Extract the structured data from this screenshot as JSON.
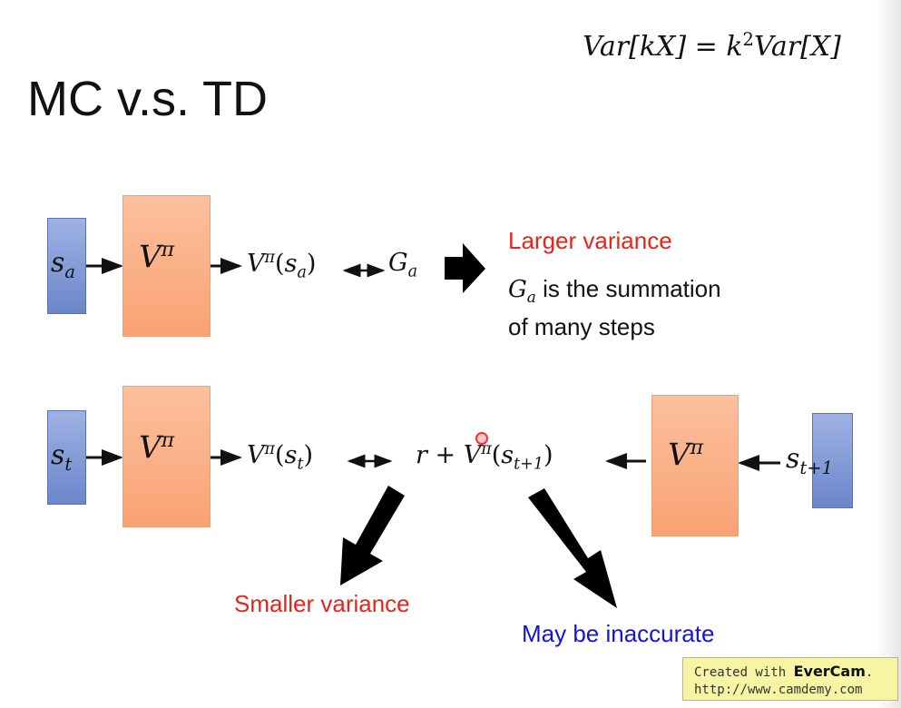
{
  "title": "MC v.s. TD",
  "formula": {
    "lhs": "Var[kX]",
    "eq": "=",
    "k": "k",
    "exp": "2",
    "rhs": "Var[X]"
  },
  "mc_row": {
    "input": {
      "base": "s",
      "sub": "a"
    },
    "network": {
      "base": "V",
      "sup": "π"
    },
    "output": {
      "base": "V",
      "sup": "π",
      "arg_base": "s",
      "arg_sub": "a"
    },
    "target": {
      "base": "G",
      "sub": "a"
    },
    "note_title": "Larger variance",
    "note_line1_sym": "G",
    "note_line1_sub": "a",
    "note_line1": " is the summation",
    "note_line2": "of many steps"
  },
  "td_row": {
    "input": {
      "base": "s",
      "sub": "t"
    },
    "network": {
      "base": "V",
      "sup": "π"
    },
    "output": {
      "base": "V",
      "sup": "π",
      "arg_base": "s",
      "arg_sub": "t"
    },
    "target": {
      "r": "r + ",
      "base": "V",
      "sup": "π",
      "arg_base": "s",
      "arg_sub": "t+1"
    },
    "network2": {
      "base": "V",
      "sup": "π"
    },
    "input2": {
      "base": "s",
      "sub": "t+1"
    },
    "note_left": "Smaller variance",
    "note_right": "May be inaccurate"
  },
  "watermark": {
    "line1_prefix": "Created with ",
    "brand": "EverCam",
    "line1_suffix": ".",
    "line2": "http://www.camdemy.com"
  },
  "colors": {
    "red": "#e8231a",
    "blue": "#1414d8",
    "box_blue": "#7f95d4",
    "box_orange": "#f9ae85"
  }
}
